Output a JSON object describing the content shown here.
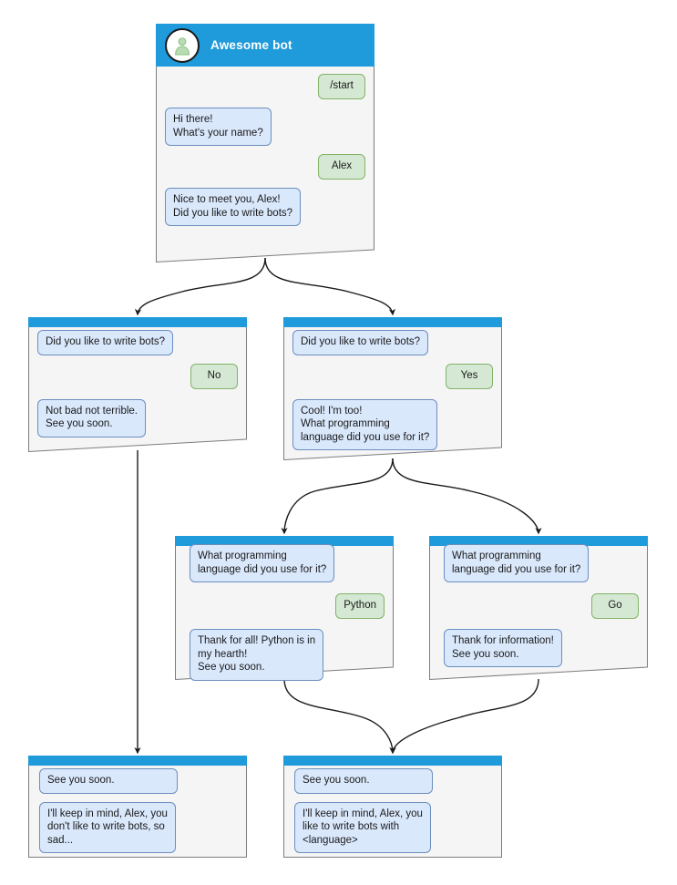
{
  "diagram": {
    "title": "Awesome bot conversation flow",
    "type": "flowchart",
    "colors": {
      "header_blue": "#1f9ada",
      "node_background": "#f5f5f5",
      "node_border": "#7d7d7d",
      "bot_bubble_fill": "#dae8fc",
      "bot_bubble_border": "#6c8ebf",
      "user_bubble_fill": "#d5e8d4",
      "user_bubble_border": "#82b366",
      "edge_color": "#1a1a1a",
      "canvas_background": "#ffffff"
    }
  },
  "nodes": [
    {
      "id": "start",
      "name": "awesome-bot-start",
      "header": {
        "variant": "main",
        "avatar_icon": "user-avatar-icon",
        "title": "Awesome bot"
      },
      "messages": [
        {
          "side": "right",
          "author": "user",
          "text": "/start"
        },
        {
          "side": "left",
          "author": "bot",
          "text": "Hi there!\nWhat's your name?"
        },
        {
          "side": "right",
          "author": "user",
          "text": "Alex"
        },
        {
          "side": "left",
          "author": "bot",
          "text": "Nice to meet you, Alex!\nDid you like to write bots?"
        }
      ]
    },
    {
      "id": "no-branch",
      "name": "answer-no",
      "header": {
        "variant": "thin",
        "title": ""
      },
      "messages": [
        {
          "side": "left",
          "author": "bot",
          "text": "Did you like to write bots?"
        },
        {
          "side": "right",
          "author": "user",
          "text": "No"
        },
        {
          "side": "left",
          "author": "bot",
          "text": "Not bad not terrible.\nSee you soon."
        }
      ]
    },
    {
      "id": "yes-branch",
      "name": "answer-yes",
      "header": {
        "variant": "thin",
        "title": ""
      },
      "messages": [
        {
          "side": "left",
          "author": "bot",
          "text": "Did you like to write bots?"
        },
        {
          "side": "right",
          "author": "user",
          "text": "Yes"
        },
        {
          "side": "left",
          "author": "bot",
          "text": "Cool! I'm too!\nWhat programming\nlanguage did you use for it?"
        }
      ]
    },
    {
      "id": "python-branch",
      "name": "answer-python",
      "header": {
        "variant": "thin",
        "title": ""
      },
      "messages": [
        {
          "side": "left",
          "author": "bot",
          "text": "What programming\nlanguage did you use for it?"
        },
        {
          "side": "right",
          "author": "user",
          "text": "Python"
        },
        {
          "side": "left",
          "author": "bot",
          "text": "Thank for all! Python is in\nmy hearth!\nSee you soon."
        }
      ]
    },
    {
      "id": "go-branch",
      "name": "answer-go",
      "header": {
        "variant": "thin",
        "title": ""
      },
      "messages": [
        {
          "side": "left",
          "author": "bot",
          "text": "What programming\nlanguage did you use for it?"
        },
        {
          "side": "right",
          "author": "user",
          "text": "Go"
        },
        {
          "side": "left",
          "author": "bot",
          "text": "Thank for information!\nSee you soon."
        }
      ]
    },
    {
      "id": "end-sad",
      "name": "ending-no-bots",
      "header": {
        "variant": "thin",
        "title": ""
      },
      "messages": [
        {
          "side": "left",
          "author": "bot",
          "text": "See you soon."
        },
        {
          "side": "left",
          "author": "bot",
          "text": "I'll keep in mind, Alex, you\ndon't like to write bots, so\nsad..."
        }
      ]
    },
    {
      "id": "end-happy",
      "name": "ending-with-language",
      "header": {
        "variant": "thin",
        "title": ""
      },
      "messages": [
        {
          "side": "left",
          "author": "bot",
          "text": "See you soon."
        },
        {
          "side": "left",
          "author": "bot",
          "text": "I'll keep in mind, Alex, you\nlike to write bots with\n<language>"
        }
      ]
    }
  ]
}
